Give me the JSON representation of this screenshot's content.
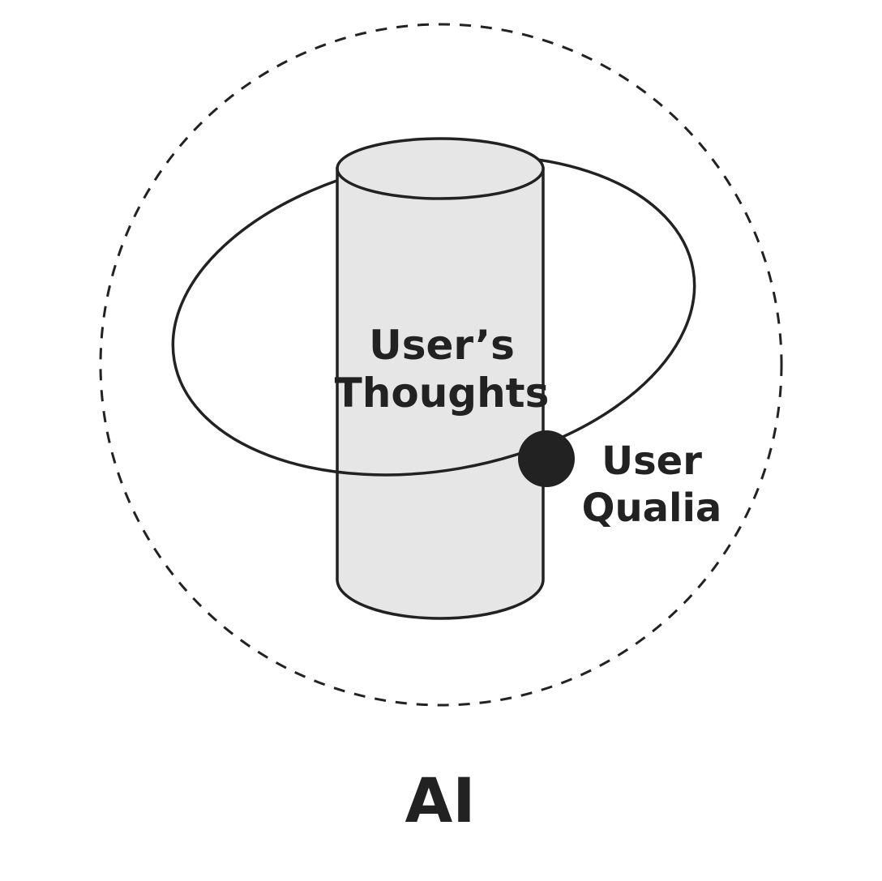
{
  "colors": {
    "stroke": "#222222",
    "cylinder_fill": "#e6e6e6",
    "dot": "#222222",
    "background": "#ffffff"
  },
  "diagram": {
    "cylinder_label_line1": "User’s",
    "cylinder_label_line2": "Thoughts",
    "dot_label_line1": "User",
    "dot_label_line2": "Qualia",
    "outer_label": "AI"
  }
}
